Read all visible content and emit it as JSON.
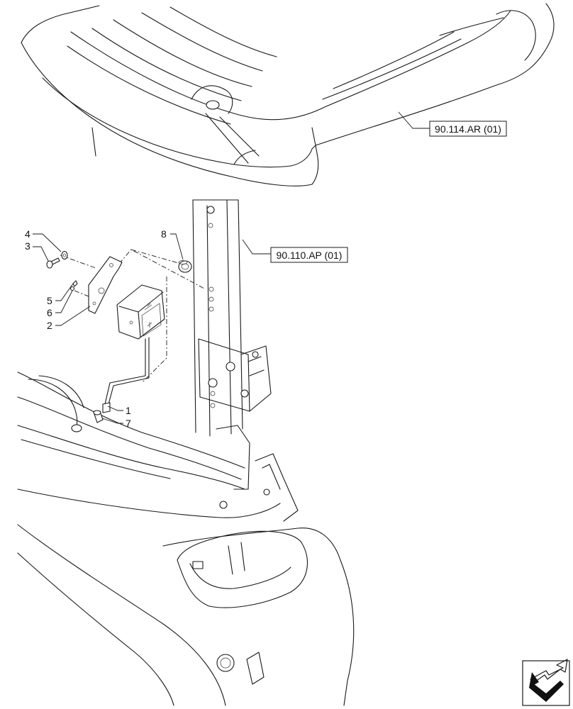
{
  "callouts": [
    "1",
    "2",
    "3",
    "4",
    "5",
    "6",
    "7",
    "8"
  ],
  "references": {
    "cab_roof": "90.114.AR (01)",
    "cab_post": "90.110.AP (01)"
  },
  "nav_icon": "next-page-arrow-icon"
}
